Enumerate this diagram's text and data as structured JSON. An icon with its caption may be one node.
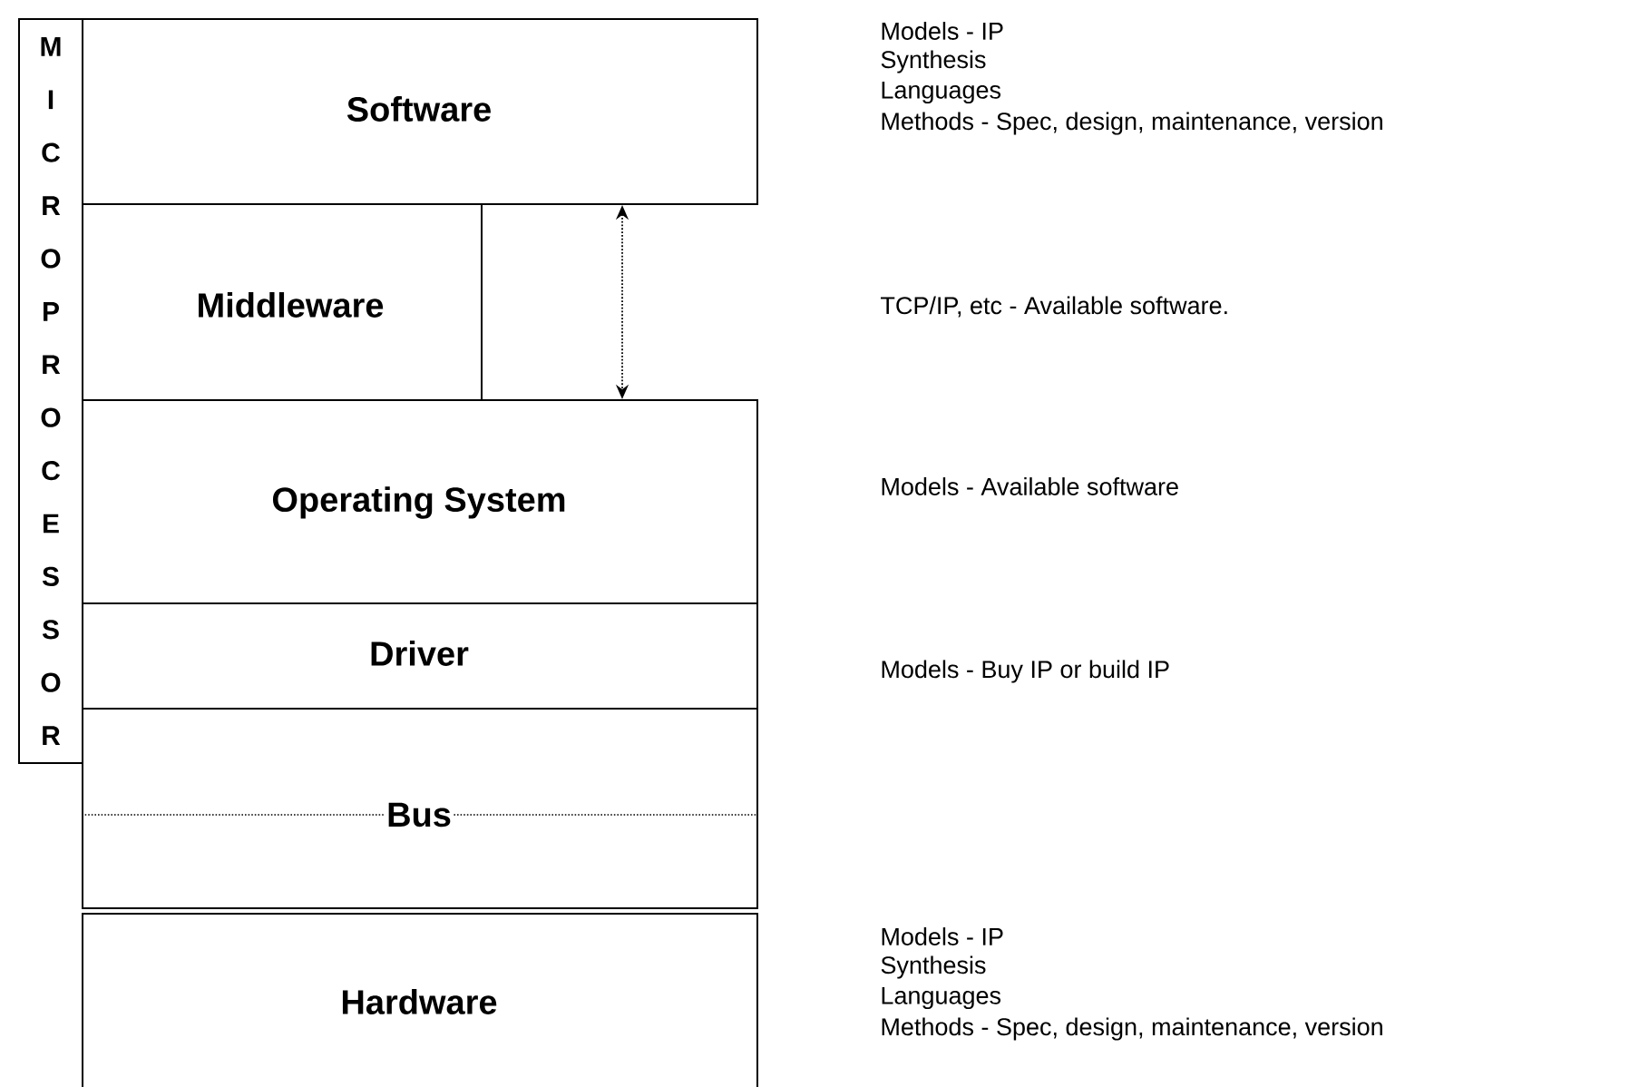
{
  "diagram": {
    "nodes": [
      {
        "text": [
          "MICROPROCESSOR"
        ]
      },
      {
        "text": [
          "Software"
        ]
      },
      {
        "text": [
          "Middleware"
        ]
      },
      {
        "text": [
          "Operating System"
        ]
      },
      {
        "text": [
          "Driver"
        ]
      },
      {
        "text": [
          "Bus"
        ]
      },
      {
        "text": [
          "Hardware"
        ]
      }
    ],
    "edges": [
      {
        "from": 1,
        "to": 3,
        "arrow": "both",
        "style": "dashed"
      }
    ],
    "labels": [
      "Models - IP",
      "Synthesis",
      "Languages",
      "Methods - Spec, design, maintenance, version",
      "TCP/IP, etc - Available software.",
      "Models - Available software",
      "Models - Buy IP or build IP",
      "Models - IP",
      "Synthesis",
      "Languages",
      "Methods - Spec, design, maintenance, version"
    ]
  }
}
